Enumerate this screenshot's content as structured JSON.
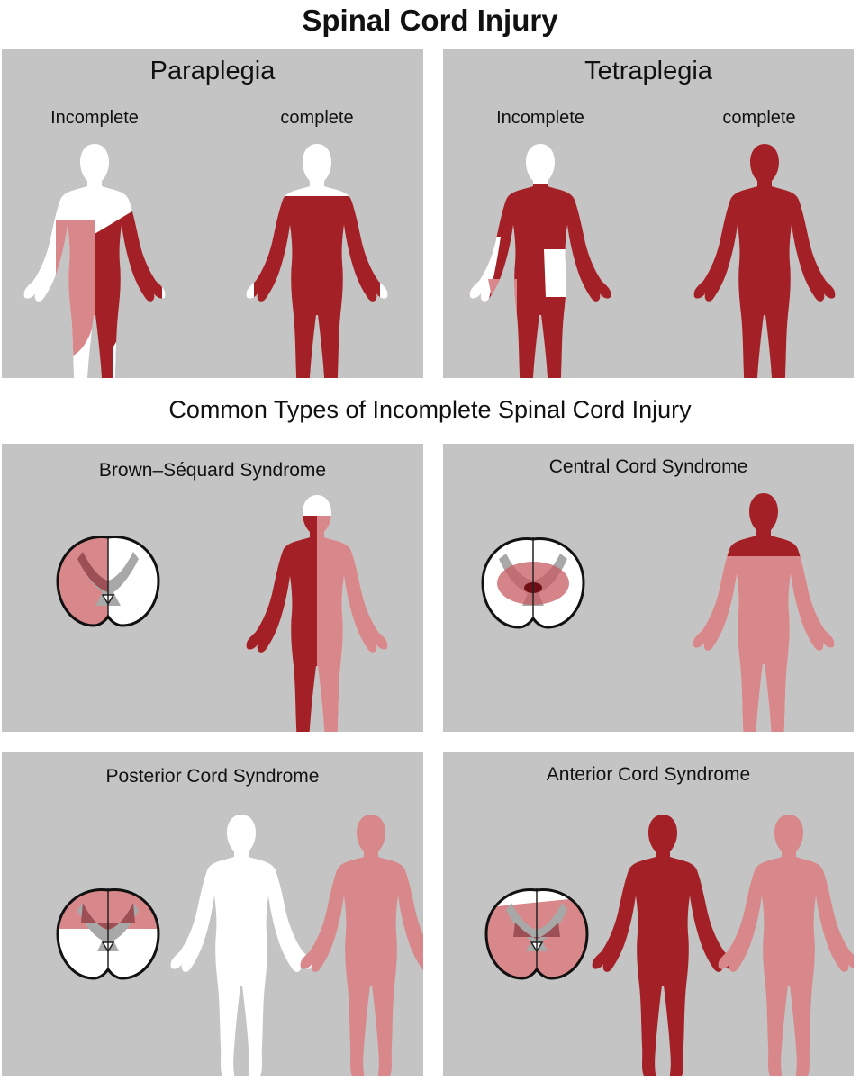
{
  "title": "Spinal Cord Injury",
  "top_panels": [
    {
      "heading": "Paraplegia",
      "left_label": "Incomplete",
      "right_label": "complete"
    },
    {
      "heading": "Tetraplegia",
      "left_label": "Incomplete",
      "right_label": "complete"
    }
  ],
  "section_title": "Common Types of Incomplete Spinal Cord Injury",
  "syndromes": [
    {
      "name": "Brown–Séquard Syndrome"
    },
    {
      "name": "Central Cord Syndrome"
    },
    {
      "name": "Posterior Cord Syndrome"
    },
    {
      "name": "Anterior Cord Syndrome"
    }
  ],
  "colors": {
    "dark_red": "#a32126",
    "light_red": "#d8888a",
    "white": "#ffffff",
    "panel_gray": "#c4c4c4",
    "gray_matter_dark": "#9c5055",
    "gray_matter_light": "#a8a8a8"
  }
}
